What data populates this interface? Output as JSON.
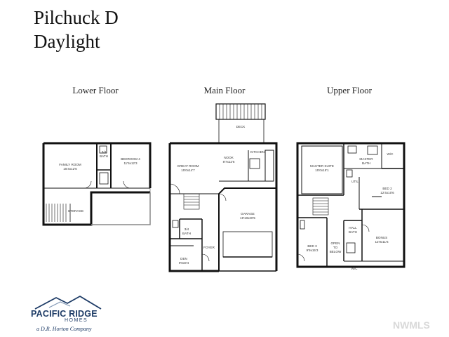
{
  "title": {
    "line1": "Pilchuck D",
    "line2": "Daylight"
  },
  "floors": [
    {
      "label": "Lower Floor"
    },
    {
      "label": "Main Floor"
    },
    {
      "label": "Upper Floor"
    }
  ],
  "rooms": {
    "lower": {
      "family": "FAMILY ROOM",
      "family_size": "15'4x12'6",
      "bath": "3/4",
      "bath2": "BATH",
      "bed4": "BEDROOM 4",
      "bed4_size": "11'5x12'3",
      "storage": "STORAGE"
    },
    "main": {
      "deck": "DECK",
      "nook": "NOOK",
      "nook_size": "8'7x12'6",
      "kitchen": "KITCHEN",
      "great": "GREAT ROOM",
      "great_size": "15'0x14'7",
      "garage": "GARAGE",
      "garage_size": "19'10x20'5",
      "bath": "3/4",
      "bath2": "BATH",
      "foyer": "FOYER",
      "den": "DEN",
      "den_size": "9'6x9'4"
    },
    "upper": {
      "master": "MASTER SUITE",
      "master_size": "15'0x15'1",
      "wic": "W/C",
      "mbath": "MASTER",
      "mbath2": "BATH",
      "util": "UTIL",
      "bed2": "BED 2",
      "bed2_size": "12'4x10'6",
      "bed3": "BED 3",
      "bed3_size": "9'9x15'3",
      "open": "OPEN",
      "open2": "TO",
      "open3": "BELOW",
      "hall": "HALL",
      "hall2": "BATH",
      "bonus": "BONUS",
      "bonus_size": "12'0x11'6",
      "wic2": "W/C"
    }
  },
  "brand": {
    "name": "PACIFIC RIDGE",
    "sub": "HOMES",
    "tagline": "a D.R. Horton Company"
  },
  "watermark": "NWMLS",
  "colors": {
    "ink": "#111111",
    "logo": "#1d3b66",
    "watermark": "#d8d8d8"
  }
}
